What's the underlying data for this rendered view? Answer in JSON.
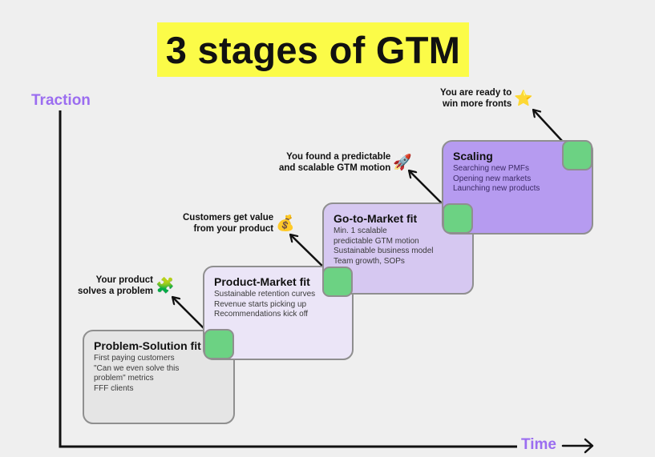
{
  "title": "3 stages of GTM",
  "axes": {
    "y_label": "Traction",
    "x_label": "Time"
  },
  "stages": [
    {
      "title": "Problem-Solution fit",
      "lines": [
        "First paying customers",
        "\"Can we even solve this",
        "problem\" metrics",
        "FFF clients"
      ],
      "fill": "#e5e5e5"
    },
    {
      "title": "Product-Market fit",
      "lines": [
        "Sustainable retention curves",
        "Revenue starts picking up",
        "Recommendations kick off"
      ],
      "fill": "#ebe5f7"
    },
    {
      "title": "Go-to-Market fit",
      "lines": [
        "Min. 1 scalable",
        "predictable GTM motion",
        "Sustainable business model",
        "Team growth, SOPs"
      ],
      "fill": "#d6c8f1"
    },
    {
      "title": "Scaling",
      "lines": [
        "Searching new PMFs",
        "Opening new markets",
        "Launching new products"
      ],
      "fill": "#b69bf0"
    }
  ],
  "callouts": [
    {
      "line1": "Your product",
      "line2": "solves a problem",
      "icon": "puzzle-piece-icon",
      "glyph": "🧩"
    },
    {
      "line1": "Customers get value",
      "line2": "from your product",
      "icon": "money-bag-icon",
      "glyph": "💰"
    },
    {
      "line1": "You found a predictable",
      "line2": "and scalable GTM motion",
      "icon": "rocket-icon",
      "glyph": "🚀"
    },
    {
      "line1": "You are ready to",
      "line2": "win more fronts",
      "icon": "star-icon",
      "glyph": "⭐"
    }
  ],
  "colors": {
    "title_highlight": "#fbfb48",
    "axis_label": "#9b6df0",
    "connector": "#6cd283",
    "border": "#8f8f8f"
  }
}
